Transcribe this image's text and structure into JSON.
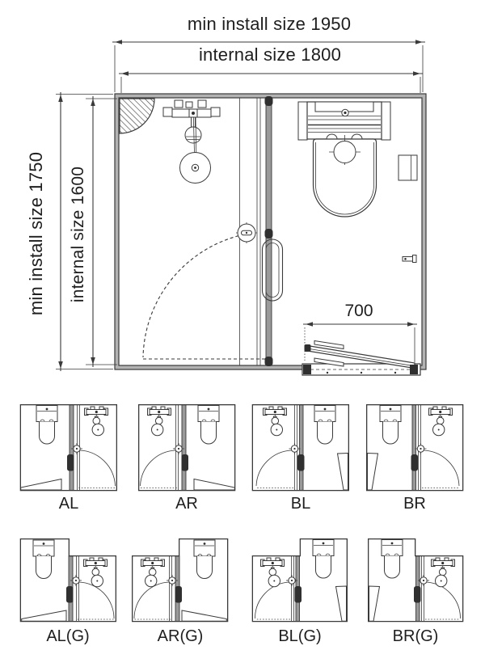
{
  "colors": {
    "line": "#3a3a3a",
    "dark": "#303030",
    "wall": "#b3b3b3",
    "text": "#1e1e1e",
    "background": "#ffffff"
  },
  "main_plan": {
    "dimensions": {
      "top_outer": "min install size 1950",
      "top_inner": "internal size 1800",
      "left_outer": "min install size 1750",
      "left_inner": "internal size 1600",
      "bench": "700"
    },
    "fixtures": [
      "corner-shelf",
      "shower-mixer",
      "hand-shower",
      "overhead-shower",
      "glass-partition",
      "pivot-door",
      "door-knob",
      "door-handle",
      "toilet",
      "paper-holder",
      "wall-hook",
      "folding-bench"
    ]
  },
  "variants": {
    "row1": [
      {
        "label": "AL"
      },
      {
        "label": "AR"
      },
      {
        "label": "BL"
      },
      {
        "label": "BR"
      }
    ],
    "row2": [
      {
        "label": "AL(G)"
      },
      {
        "label": "AR(G)"
      },
      {
        "label": "BL(G)"
      },
      {
        "label": "BR(G)"
      }
    ]
  }
}
